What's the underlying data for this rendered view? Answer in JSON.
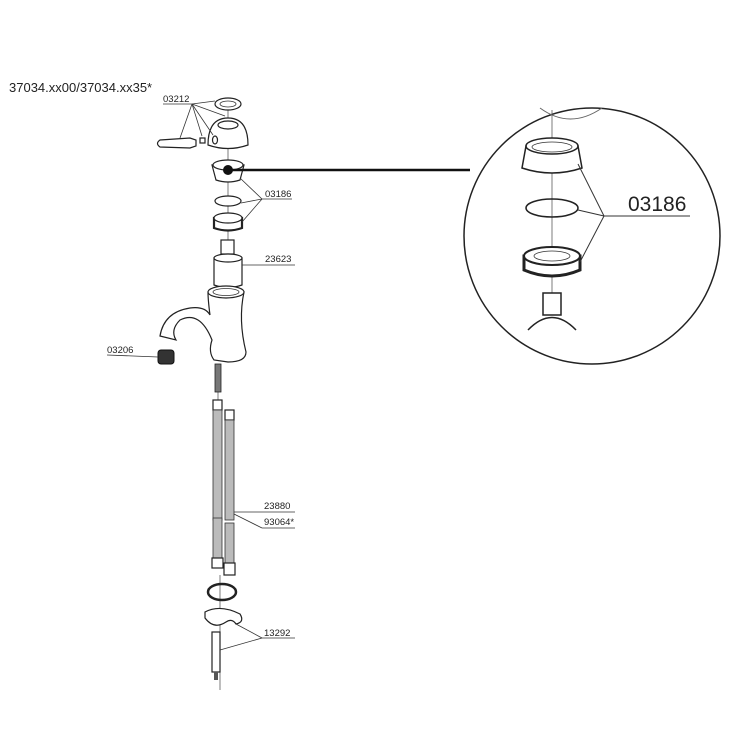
{
  "title": "37034.xx00/37034.xx35*",
  "parts": {
    "handle_set": "03212",
    "cap_seal_nut": "03186",
    "cartridge": "23623",
    "aerator": "03206",
    "hose": "23880",
    "hose_alt": "93064*",
    "mounting_kit": "13292"
  },
  "detail": {
    "label": "03186"
  }
}
